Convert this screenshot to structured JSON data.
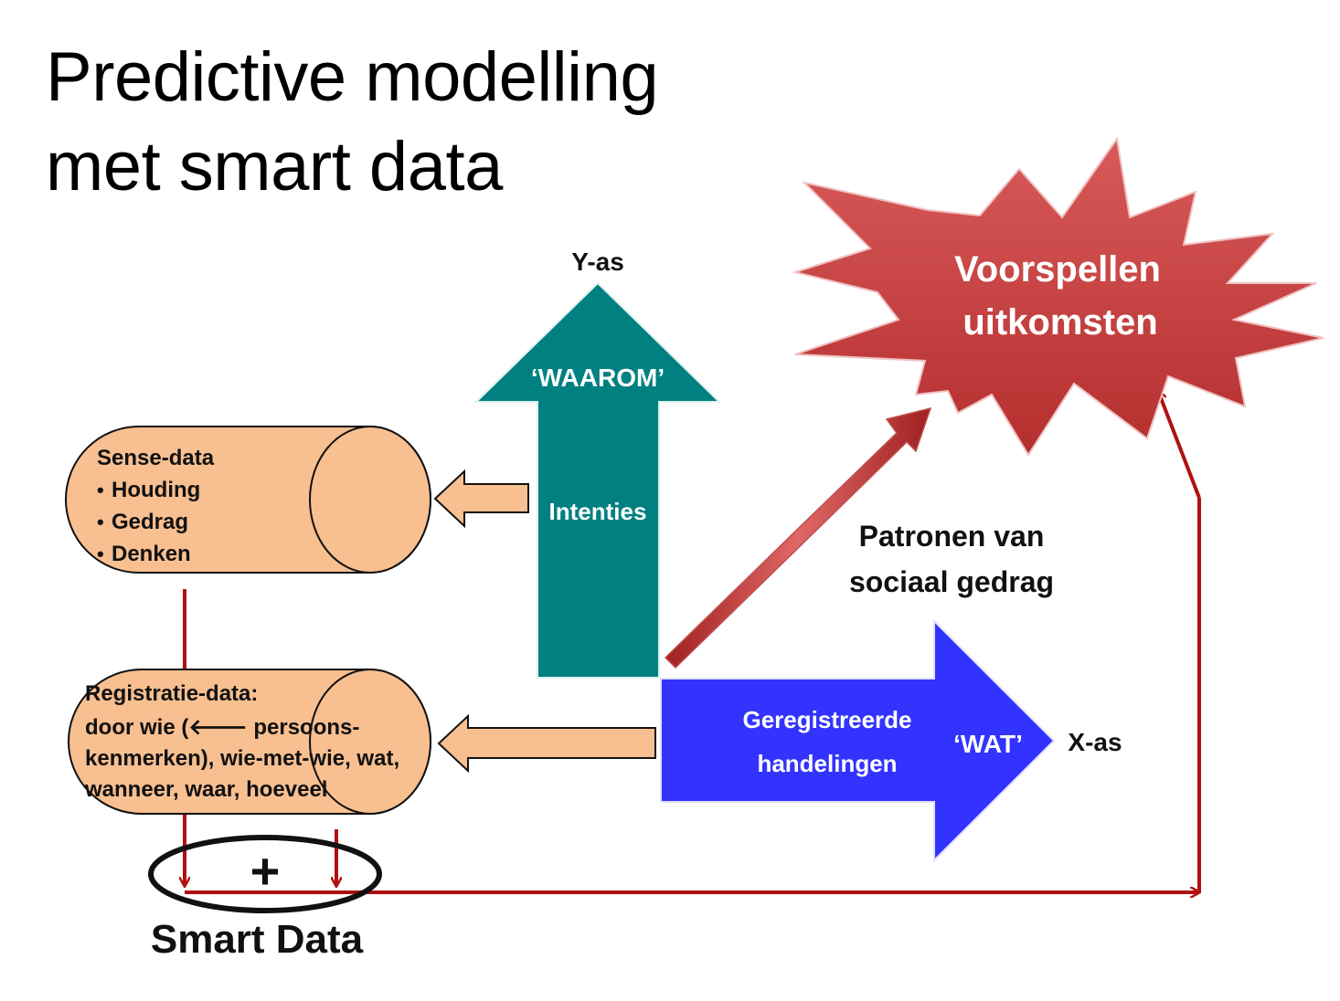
{
  "title": {
    "line1": "Predictive modelling",
    "line2": "met smart data"
  },
  "y_axis": {
    "label": "Y-as",
    "arrow_head_text": "‘WAAROM’",
    "arrow_body_text": "Intenties"
  },
  "x_axis": {
    "label": "X-as",
    "arrow_body_line1": "Geregistreerde",
    "arrow_body_line2": "handelingen",
    "arrow_head_text": "‘WAT’"
  },
  "starburst": {
    "line1": "Voorspellen",
    "line2": "uitkomsten"
  },
  "diagonal_label": {
    "line1": "Patronen van",
    "line2": "sociaal gedrag"
  },
  "sense_data": {
    "heading": "Sense-data",
    "items": [
      "Houding",
      "Gedrag",
      "Denken"
    ]
  },
  "registratie_data": {
    "lines": [
      "Registratie-data:",
      "door wie (🡐 persoons-",
      "kenmerken), wie-met-wie, wat,",
      "wanneer, waar, hoeveel"
    ]
  },
  "plus_symbol": "+",
  "smart_data_label": "Smart Data",
  "colors": {
    "teal": "#008080",
    "blue": "#3333ff",
    "red_star": "#cc4040",
    "cylinder": "#f8bf90",
    "line_red": "#b01010"
  }
}
